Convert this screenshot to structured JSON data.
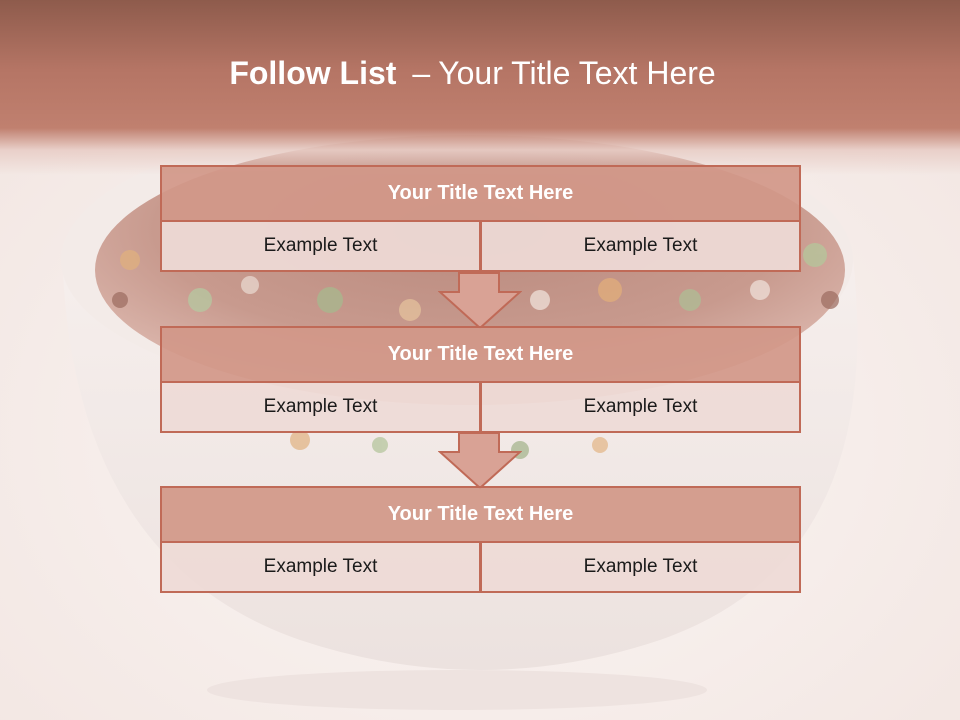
{
  "slide": {
    "title_bold": "Follow List",
    "title_separator": "–",
    "title_rest": "Your Title Text Here"
  },
  "blocks": [
    {
      "title": "Your Title Text Here",
      "cells": [
        "Example Text",
        "Example Text"
      ]
    },
    {
      "title": "Your Title Text Here",
      "cells": [
        "Example Text",
        "Example Text"
      ]
    },
    {
      "title": "Your Title Text Here",
      "cells": [
        "Example Text",
        "Example Text"
      ]
    }
  ],
  "colors": {
    "header": "#b57565",
    "block_title_fill": "#d29889",
    "block_cell_fill": "#eedad6",
    "border": "#c06a57",
    "arrow_fill": "#d9a295"
  },
  "background": {
    "image": "bowl-of-chili-photo"
  }
}
